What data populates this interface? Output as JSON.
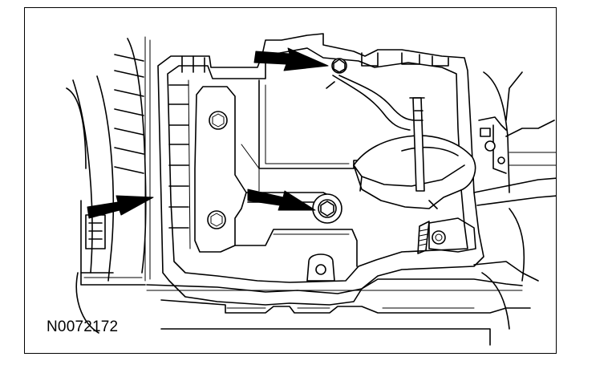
{
  "figure": {
    "id_label": "N0072172"
  },
  "colors": {
    "line": "#000000",
    "background": "#ffffff"
  },
  "callouts": [
    {
      "name": "arrow-upper-bolt",
      "icon": "callout-arrow"
    },
    {
      "name": "arrow-center-bolt",
      "icon": "callout-arrow"
    },
    {
      "name": "arrow-left-edge",
      "icon": "callout-arrow"
    }
  ]
}
